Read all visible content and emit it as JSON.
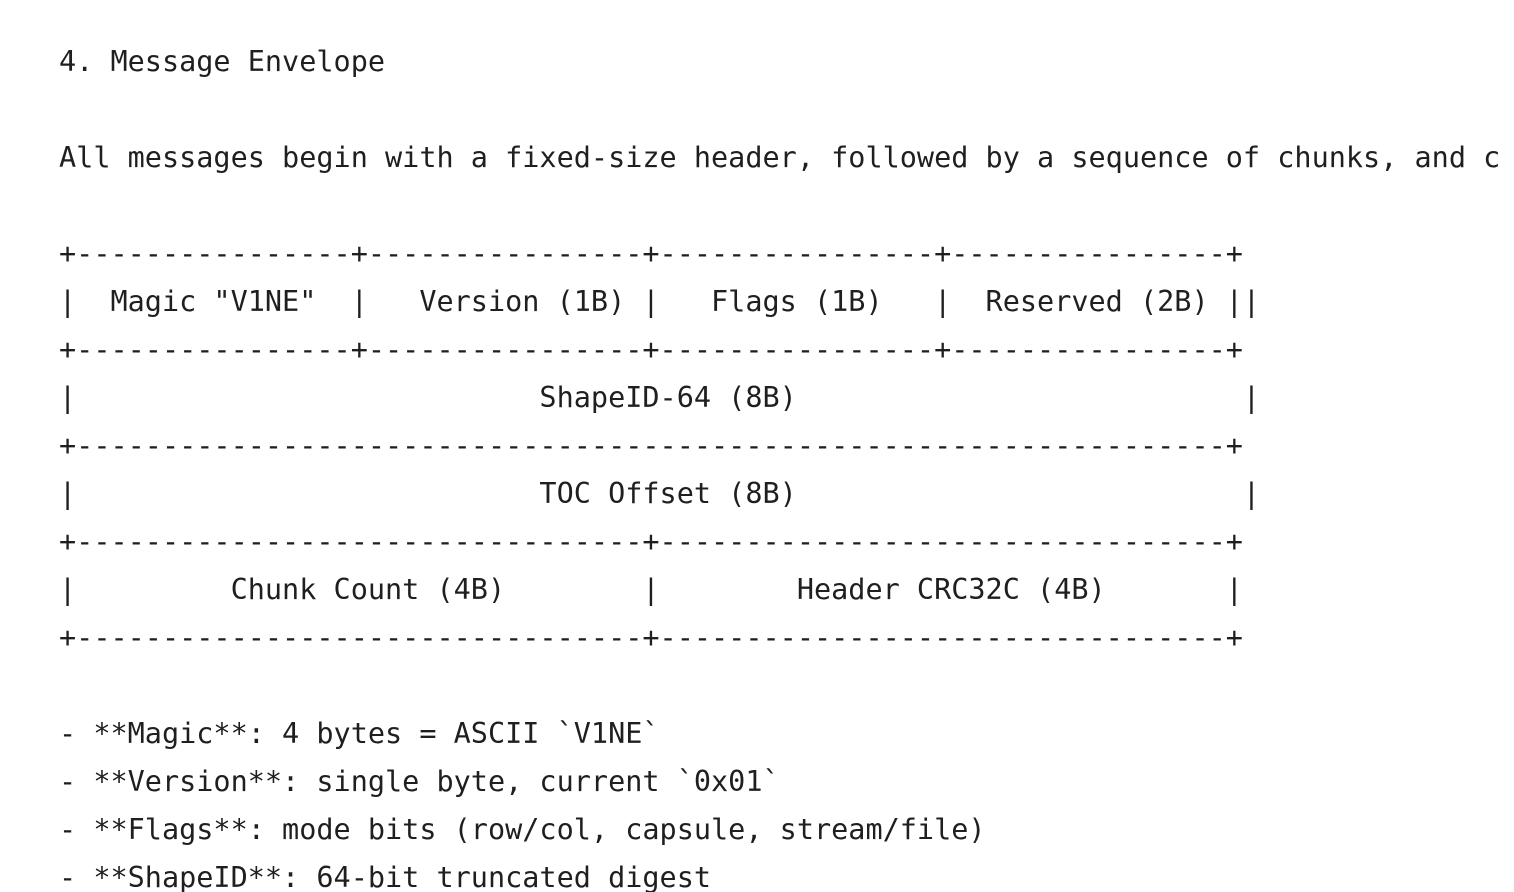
{
  "heading": "4. Message Envelope",
  "intro": "All messages begin with a fixed-size header, followed by a sequence of chunks, and c",
  "diagram": {
    "lines": [
      "+----------------+----------------+----------------+----------------+",
      "|  Magic \"V1NE\"  |   Version (1B) |   Flags (1B)   |  Reserved (2B) ||",
      "+----------------+----------------+----------------+----------------+",
      "|                           ShapeID-64 (8B)                          |",
      "+-------------------------------------------------------------------+",
      "|                           TOC Offset (8B)                          |",
      "+---------------------------------+---------------------------------+",
      "|         Chunk Count (4B)        |        Header CRC32C (4B)       |",
      "+---------------------------------+---------------------------------+"
    ]
  },
  "fields": [
    "- **Magic**: 4 bytes = ASCII `V1NE`",
    "- **Version**: single byte, current `0x01`",
    "- **Flags**: mode bits (row/col, capsule, stream/file)",
    "- **ShapeID**: 64-bit truncated digest"
  ]
}
